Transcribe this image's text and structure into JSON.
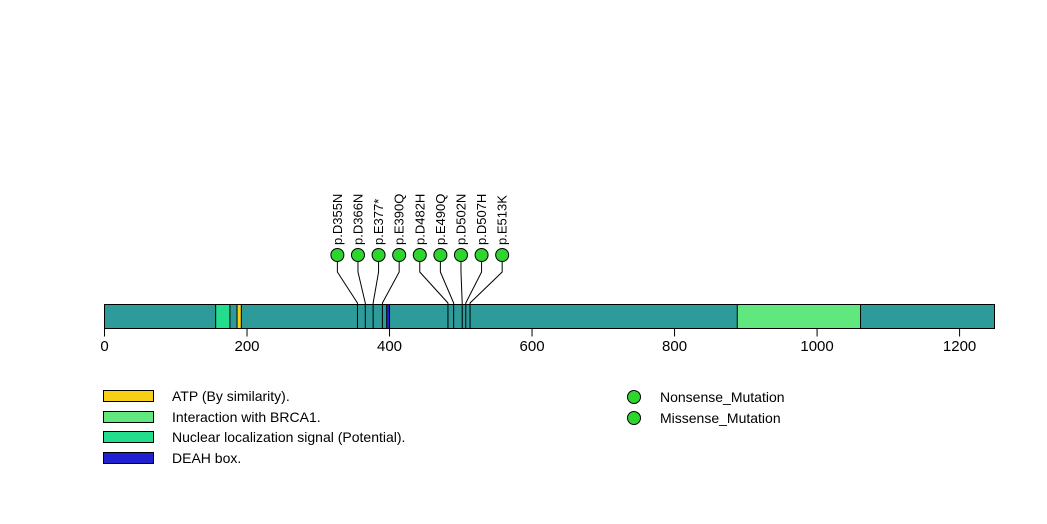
{
  "chart_data": {
    "type": "lollipop",
    "title": "",
    "protein_length": 1249,
    "backbone_color": "#2E9B9B",
    "xaxis": {
      "min": 0,
      "max": 1249,
      "ticks": [
        0,
        200,
        400,
        600,
        800,
        1000,
        1200
      ]
    },
    "domains": [
      {
        "label": "Nuclear localization signal (Potential).",
        "start": 156,
        "end": 176,
        "color": "#23DC8C"
      },
      {
        "label": "ATP (By similarity).",
        "start": 186,
        "end": 192,
        "color": "#F5D014"
      },
      {
        "label": "DEAH box.",
        "start": 396,
        "end": 400,
        "color": "#2121D1"
      },
      {
        "label": "Interaction with BRCA1.",
        "start": 888,
        "end": 1061,
        "color": "#60E87E"
      }
    ],
    "mutations": [
      {
        "label": "p.D355N",
        "position": 355,
        "type": "Missense_Mutation",
        "color": "#2FD52F"
      },
      {
        "label": "p.D366N",
        "position": 366,
        "type": "Missense_Mutation",
        "color": "#2FD52F"
      },
      {
        "label": "p.E377*",
        "position": 377,
        "type": "Nonsense_Mutation",
        "color": "#2FD52F"
      },
      {
        "label": "p.E390Q",
        "position": 390,
        "type": "Missense_Mutation",
        "color": "#2FD52F"
      },
      {
        "label": "p.D482H",
        "position": 482,
        "type": "Missense_Mutation",
        "color": "#2FD52F"
      },
      {
        "label": "p.E490Q",
        "position": 490,
        "type": "Missense_Mutation",
        "color": "#2FD52F"
      },
      {
        "label": "p.D502N",
        "position": 502,
        "type": "Missense_Mutation",
        "color": "#2FD52F"
      },
      {
        "label": "p.D507H",
        "position": 507,
        "type": "Missense_Mutation",
        "color": "#2FD52F"
      },
      {
        "label": "p.E513K",
        "position": 513,
        "type": "Nonsense_Mutation",
        "color": "#2FD52F"
      }
    ]
  },
  "legend_domains": {
    "items": [
      {
        "label": "ATP (By similarity).",
        "color": "#F5D014"
      },
      {
        "label": "Interaction with BRCA1.",
        "color": "#60E87E"
      },
      {
        "label": "Nuclear localization signal (Potential).",
        "color": "#23DC8C"
      },
      {
        "label": "DEAH box.",
        "color": "#2121D1"
      }
    ]
  },
  "legend_mutations": {
    "items": [
      {
        "label": "Nonsense_Mutation",
        "color": "#2FD52F"
      },
      {
        "label": "Missense_Mutation",
        "color": "#2FD52F"
      }
    ]
  }
}
